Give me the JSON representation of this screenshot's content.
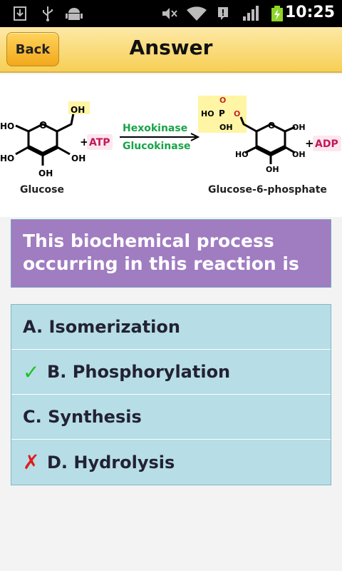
{
  "status_bar": {
    "time": "10:25",
    "icons": [
      "download-icon",
      "usb-icon",
      "android-debug-icon",
      "mute-icon",
      "wifi-icon",
      "alert-icon",
      "signal-icon",
      "battery-charging-icon"
    ]
  },
  "header": {
    "back_label": "Back",
    "title": "Answer"
  },
  "reaction": {
    "left_molecule": "Glucose",
    "right_molecule": "Glucose-6-phosphate",
    "reactant_extra": "ATP",
    "product_extra": "ADP",
    "enzyme_1": "Hexokinase",
    "enzyme_2": "Glucokinase",
    "plus": "+",
    "oh": "OH",
    "ho": "HO",
    "o": "O",
    "p": "P",
    "colors": {
      "enzyme": "#1aa34a",
      "highlight": "#fff5a5",
      "atp": "#c2185b"
    }
  },
  "question": {
    "text": "This biochemical process occurring in this reaction is"
  },
  "options": [
    {
      "mark": "",
      "label": "A. Isomerization"
    },
    {
      "mark": "✓",
      "label": "B. Phosphorylation"
    },
    {
      "mark": "",
      "label": "C. Synthesis"
    },
    {
      "mark": "✗",
      "label": "D. Hydrolysis"
    }
  ],
  "colors": {
    "question_bg": "#a07cc1",
    "options_bg": "#b7dde6",
    "header_bg": "#f7cf55",
    "correct": "#1ec21e",
    "wrong": "#e21b1b"
  }
}
